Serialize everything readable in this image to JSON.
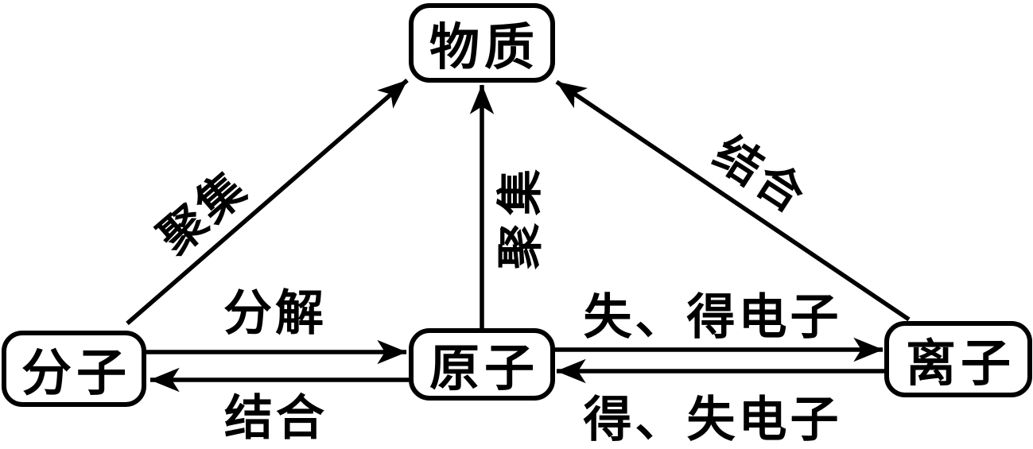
{
  "diagram": {
    "title": "particles-and-matter-relationship-diagram",
    "colors": {
      "background": "#ffffff",
      "line": "#000000",
      "text": "#000000"
    },
    "nodes": {
      "substance": {
        "label": "物质"
      },
      "molecule": {
        "label": "分子"
      },
      "atom": {
        "label": "原子"
      },
      "ion": {
        "label": "离子"
      }
    },
    "edges": {
      "molecule_to_substance": {
        "label": "聚集",
        "from": "分子",
        "to": "物质"
      },
      "atom_to_substance": {
        "label": "聚集",
        "from": "原子",
        "to": "物质"
      },
      "ion_to_substance": {
        "label": "结合",
        "from": "离子",
        "to": "物质"
      },
      "molecule_to_atom": {
        "label": "分解",
        "from": "分子",
        "to": "原子"
      },
      "atom_to_molecule": {
        "label": "结合",
        "from": "原子",
        "to": "分子"
      },
      "atom_to_ion": {
        "label": "失、得电子",
        "from": "原子",
        "to": "离子"
      },
      "ion_to_atom": {
        "label": "得、失电子",
        "from": "离子",
        "to": "原子"
      }
    }
  }
}
